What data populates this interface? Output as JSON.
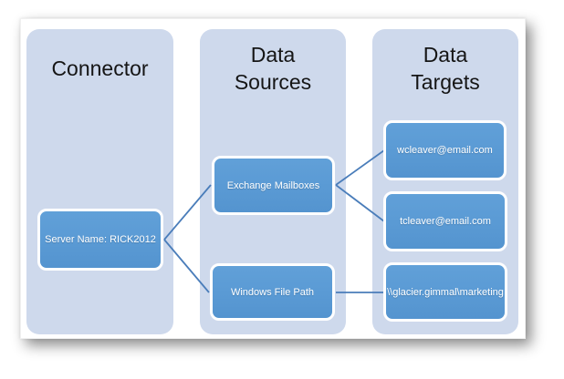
{
  "diagram": {
    "columns": [
      {
        "title": "Connector",
        "nodes": [
          {
            "label": "Server Name: RICK2012"
          }
        ]
      },
      {
        "title": "Data Sources",
        "nodes": [
          {
            "label": "Exchange Mailboxes"
          },
          {
            "label": "Windows File Path"
          }
        ]
      },
      {
        "title": "Data Targets",
        "nodes": [
          {
            "label": "wcleaver@email.com"
          },
          {
            "label": "tcleaver@email.com"
          },
          {
            "label": "\\\\glacier.gimmal\\marketing"
          }
        ]
      }
    ],
    "connections": [
      {
        "from": "Server Name: RICK2012",
        "to": "Exchange Mailboxes"
      },
      {
        "from": "Server Name: RICK2012",
        "to": "Windows File Path"
      },
      {
        "from": "Exchange Mailboxes",
        "to": "wcleaver@email.com"
      },
      {
        "from": "Exchange Mailboxes",
        "to": "tcleaver@email.com"
      },
      {
        "from": "Windows File Path",
        "to": "\\\\glacier.gimmal\\marketing"
      }
    ],
    "colors": {
      "page_bg": "#ffffff",
      "column_bg": "#ced9ec",
      "node_bg": "#5b9bd5",
      "node_border": "#ffffff",
      "connector_line": "#4a7dba",
      "title_text": "#151515",
      "node_text": "#ffffff"
    }
  }
}
